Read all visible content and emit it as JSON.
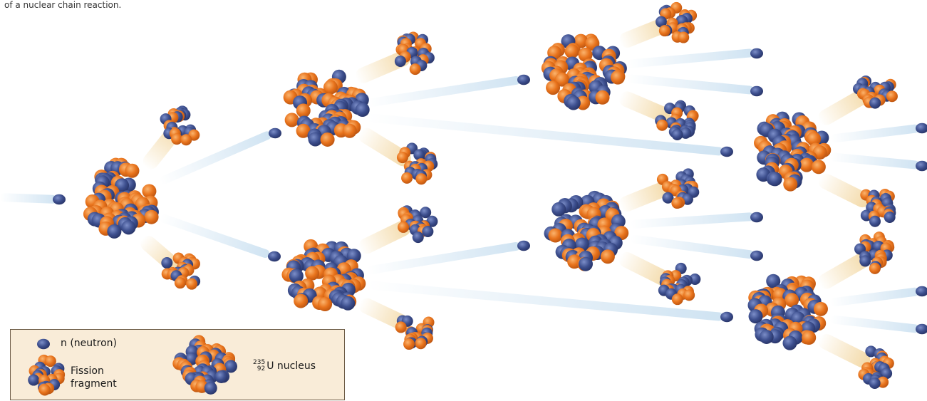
{
  "caption": "of a nuclear chain reaction.",
  "legend": {
    "neutron_label": "n (neutron)",
    "fragment_label": "Fission fragment",
    "nucleus_mass_number": "235",
    "nucleus_atomic_number": "92",
    "nucleus_element": "U",
    "nucleus_word": "nucleus"
  },
  "colors": {
    "neutron": "#3d4f8e",
    "neutron_highlight": "#6c7fbe",
    "proton": "#e8731c",
    "proton_highlight": "#f6a35e",
    "neutron_trail": "#cfe3f2",
    "fragment_trail": "#f3d9a6",
    "legend_background": "#f9ecd8"
  }
}
